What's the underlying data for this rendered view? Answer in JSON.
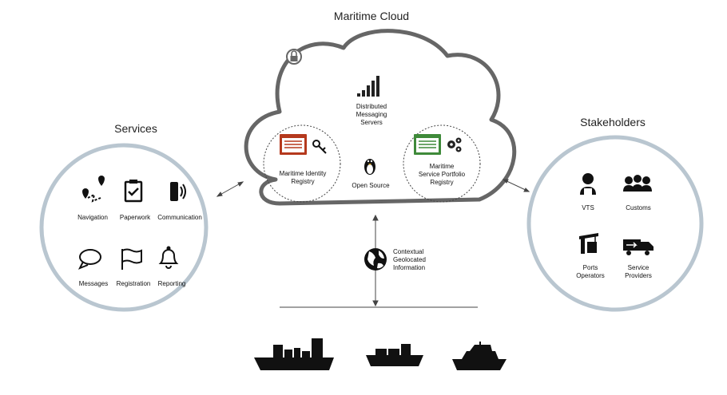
{
  "cloud": {
    "title": "Maritime Cloud",
    "messaging": "Distributed\nMessaging\nServers",
    "identity": "Maritime Identity\nRegistry",
    "open_source": "Open Source",
    "portfolio": "Maritime\nService Portfolio\nRegistry"
  },
  "services": {
    "title": "Services",
    "items": [
      "Navigation",
      "Paperwork",
      "Communication",
      "Messages",
      "Registration",
      "Reporting"
    ]
  },
  "stakeholders": {
    "title": "Stakeholders",
    "items": [
      "VTS",
      "Customs",
      "Ports\nOperators",
      "Service\nProviders"
    ]
  },
  "geo": {
    "label": "Contextual\nGeolocated\nInformation"
  },
  "colors": {
    "ring": "#b9c6d0",
    "cloud_stroke": "#666666",
    "identity_red": "#b5391d",
    "portfolio_green": "#3f8a3a"
  }
}
